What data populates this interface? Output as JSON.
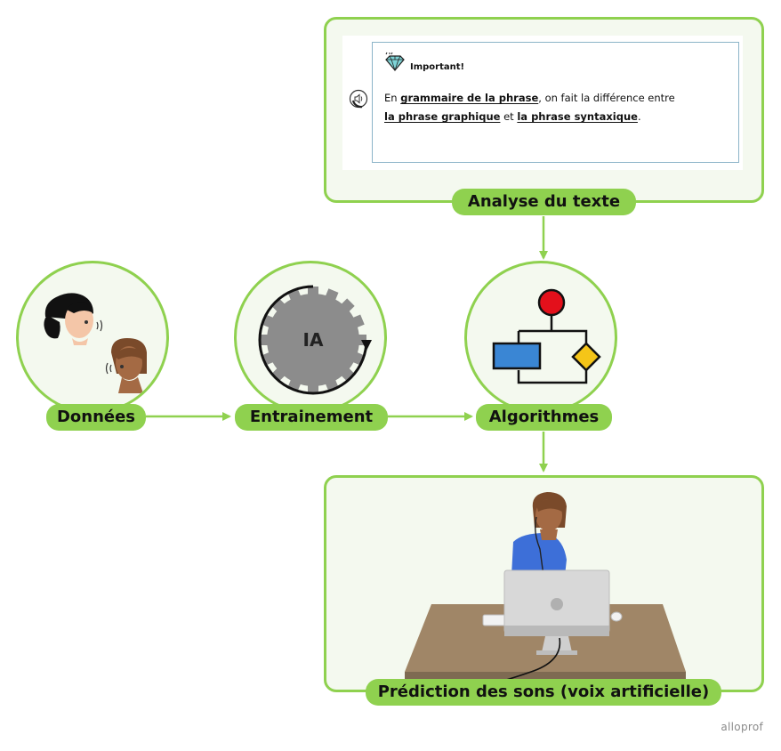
{
  "nodes": {
    "donnees": "Données",
    "entrainement": "Entrainement",
    "algorithmes": "Algorithmes",
    "analyse": "Analyse du texte",
    "prediction": "Prédiction des sons (voix artificielle)"
  },
  "gear_label": "IA",
  "card": {
    "title": "Important!",
    "t1": "En ",
    "l1": "grammaire de la phrase",
    "t2": ", on fait la différence entre",
    "l2": "la phrase graphique",
    "t3": " et ",
    "l3": "la phrase syntaxique",
    "t4": "."
  },
  "brand": "alloprof",
  "colors": {
    "accent": "#8fd14f",
    "panel_bg": "#f4f9ef",
    "flow_red": "#e3101b",
    "flow_blue": "#3a86d4",
    "flow_yellow": "#f5c518",
    "gear": "#8c8c8c",
    "desk": "#a08667"
  },
  "icons": [
    "speaker-icon",
    "diamond-icon",
    "gear-icon",
    "flowchart-icon"
  ]
}
